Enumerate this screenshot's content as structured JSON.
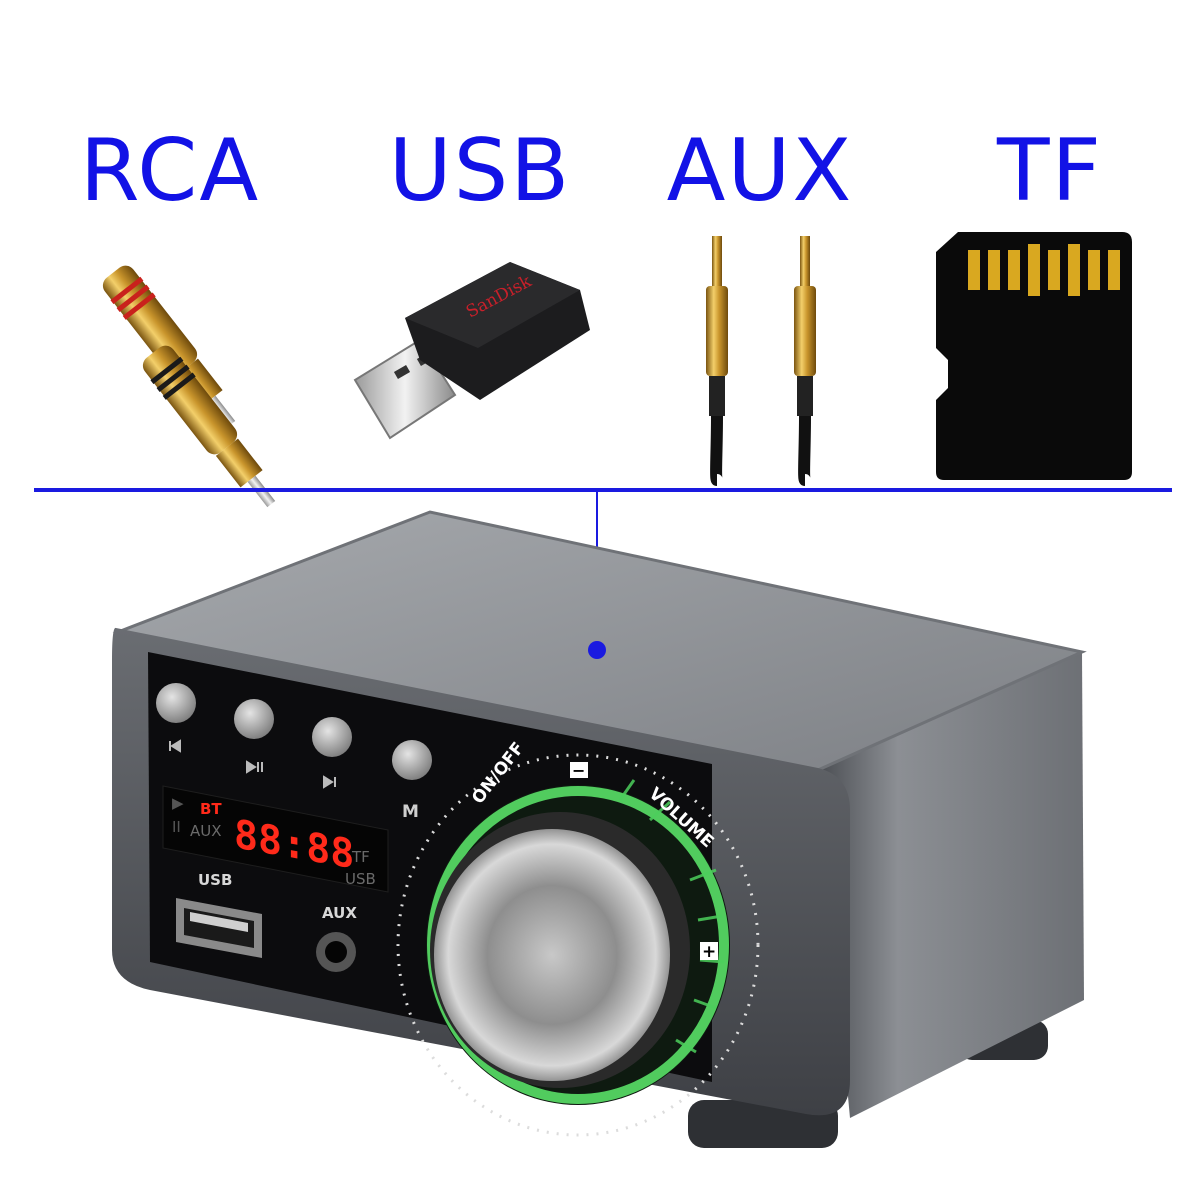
{
  "colors": {
    "accent": "#1a1ae0",
    "label_text": "#1212e6",
    "device_body": "#8a8d92",
    "panel": "#0c0c0e",
    "display_red": "#ff2a1a",
    "display_gray": "#6a6a6a",
    "knob_ring": "#59e067"
  },
  "inputs": [
    {
      "label": "RCA",
      "icon": "rca-plug-icon"
    },
    {
      "label": "USB",
      "icon": "usb-drive-icon"
    },
    {
      "label": "AUX",
      "icon": "aux-jack-icon"
    },
    {
      "label": "TF",
      "icon": "tf-card-icon"
    }
  ],
  "usb_drive_brand": "SanDisk",
  "device": {
    "display": {
      "bt": "BT",
      "aux": "AUX",
      "tf": "TF",
      "usb": "USB",
      "digits": "88:88"
    },
    "port_labels": {
      "usb": "USB",
      "aux": "AUX"
    },
    "mode_button": "M",
    "knob_ring_text": {
      "on_off": "ON/OFF",
      "volume": "VOLUME",
      "minus": "−",
      "plus": "+"
    }
  }
}
